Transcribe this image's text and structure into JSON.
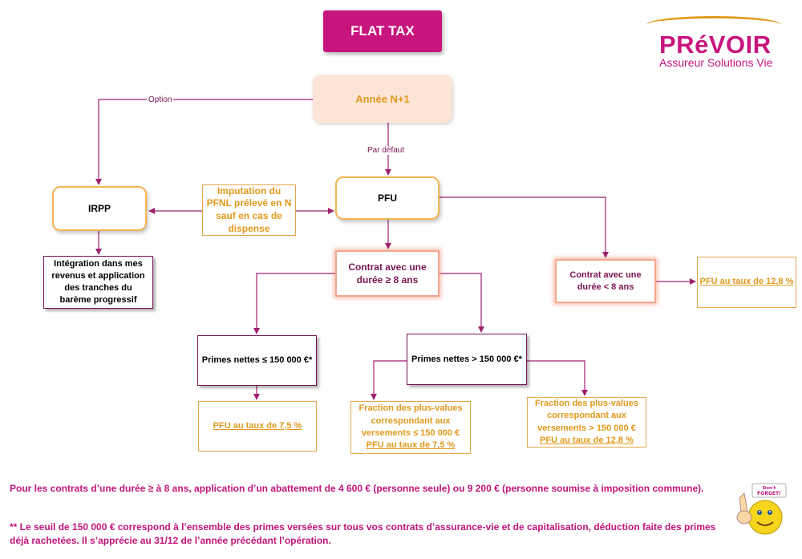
{
  "title": "FLAT TAX",
  "logo": {
    "brand": "PRéVOIR",
    "tagline": "Assureur Solutions Vie",
    "colors": {
      "brand": "#c8157e",
      "arc": "#e0991c"
    }
  },
  "nodes": {
    "annee": "Année N+1",
    "irpp": "IRPP",
    "pfu": "PFU",
    "imputation": [
      "Imputation du",
      "PFNL prélevé en N",
      "sauf en cas de",
      "dispense"
    ],
    "integration": [
      "Intégration dans mes",
      "revenus et application",
      "des tranches du",
      "barème progressif"
    ],
    "contrat_long": [
      "Contrat avec une",
      "durée ≥  8 ans"
    ],
    "contrat_court": [
      "Contrat avec une",
      "durée < 8 ans"
    ],
    "pfu_128_a": "PFU au taux de 12,8 %",
    "primes_low": "Primes nettes ≤  150 000 €*",
    "primes_high": "Primes nettes >  150 000 €*",
    "pfu_75_a": "PFU au taux de 7,5 %",
    "fraction_low": [
      "Fraction des plus-values",
      "correspondant aux",
      "versements  ≤  150 000 €"
    ],
    "fraction_low_rate": "PFU au taux de 7,5 %",
    "fraction_high": [
      "Fraction des plus-values",
      "correspondant aux",
      "versements  >  150 000 €"
    ],
    "fraction_high_rate": "PFU au taux de 12,8 %"
  },
  "edge_labels": {
    "option": "Option",
    "par_defaut": "Par défaut"
  },
  "footnotes": {
    "note1": "Pour les contrats d’une durée ≥ à 8 ans, application d’un abattement de 4 600 € (personne seule) ou 9 200 € (personne soumise à imposition commune).",
    "note2": "** Le seuil de 150 000 € correspond à l’ensemble des primes versées sur tous vos contrats d’assurance-vie et de capitalisation, déduction faite des primes déjà rachetées. Il s’apprécie au 31/12 de l’année précédant l’opération."
  },
  "sticker": {
    "text_line1": "Don't",
    "text_line2": "FORGET!"
  },
  "colors": {
    "magenta": "#c8157e",
    "purple_line": "#a0206e",
    "orange_text": "#e0991c",
    "peach_fill": "#fce4d6"
  }
}
